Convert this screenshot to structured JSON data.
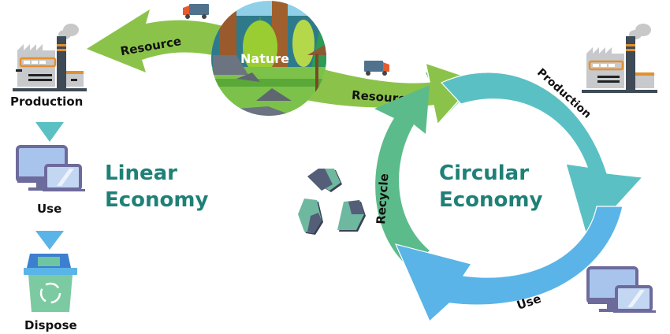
{
  "linear": {
    "title_line1": "Linear",
    "title_line2": "Economy",
    "steps": [
      {
        "label": "Production",
        "icon": "factory-icon"
      },
      {
        "label": "Use",
        "icon": "computer-icon"
      },
      {
        "label": "Dispose",
        "icon": "trash-bin-icon"
      }
    ]
  },
  "nature": {
    "label": "Nature",
    "icon": "forest-scene-icon"
  },
  "flows": {
    "linear_resource": "Resource",
    "circular_resource": "Resource"
  },
  "circular": {
    "title_line1": "Circular",
    "title_line2": "Economy",
    "segments": [
      {
        "label": "Production",
        "icon": "factory-icon"
      },
      {
        "label": "Use",
        "icon": "computer-icon"
      },
      {
        "label": "Recycle",
        "icon": "recycle-icon"
      }
    ]
  },
  "colors": {
    "resource_arrow": "#8bc34a",
    "production_arrow": "#5bc0c4",
    "use_arrow": "#5ab4e8",
    "recycle_arrow": "#5cbb8a",
    "title": "#1f8077",
    "step_chevron": "#5bc0c4",
    "dispose_chevron": "#5ab4e8"
  }
}
